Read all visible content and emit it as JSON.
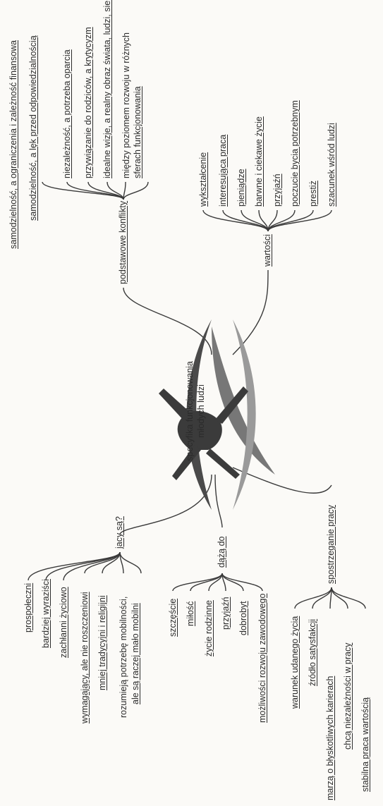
{
  "center": {
    "title_line1": "specyfika funkcjonowania",
    "title_line2": "młodych ludzi"
  },
  "branch_top_left": {
    "label": "jacy są?",
    "items": [
      "prospołeczni",
      "bardziej wyraziści",
      "zachłanni życiowo",
      "wymagający, ale nie roszczeniowi",
      "mniej tradycyjni i religijni",
      "rozumieją potrzebę mobilności,",
      "ale są raczej mało mobilni"
    ]
  },
  "branch_mid_left": {
    "label": "dążą do",
    "items": [
      "szczęście",
      "miłość",
      "życie rodzinne",
      "przyjaźń",
      "dobrobyt",
      "możliwości rozwoju zawodowego"
    ]
  },
  "branch_bottom_left": {
    "label": "spostrzeganie pracy",
    "items": [
      "warunek udanego życia",
      "źródło satysfakcji",
      "marzą o błyskotliwych karierach",
      "chcą niezależności w pracy",
      "stabilna praca wartością"
    ]
  },
  "branch_top_right": {
    "label": "podstawowe konflikty",
    "items": [
      "samodzielność, a ograniczenia i zależność finansowa",
      "samodzielność, a lęk przed odpowiedzialnością",
      "niezależność, a potrzeba oparcia",
      "przywiązanie do rodziców, a krytycyzm",
      "idealne wizje, a realny obraz świata, ludzi, siebie",
      "między poziomem rozwoju w różnych",
      "sferach funkcjonowania"
    ]
  },
  "branch_bottom_right": {
    "label": "wartości",
    "items": [
      "wykształcenie",
      "interesująca praca",
      "pieniądze",
      "barwne i ciekawe życie",
      "przyjaźń",
      "poczucie bycia potrzebnym",
      "prestiż",
      "szacunek wśród ludzi"
    ]
  }
}
